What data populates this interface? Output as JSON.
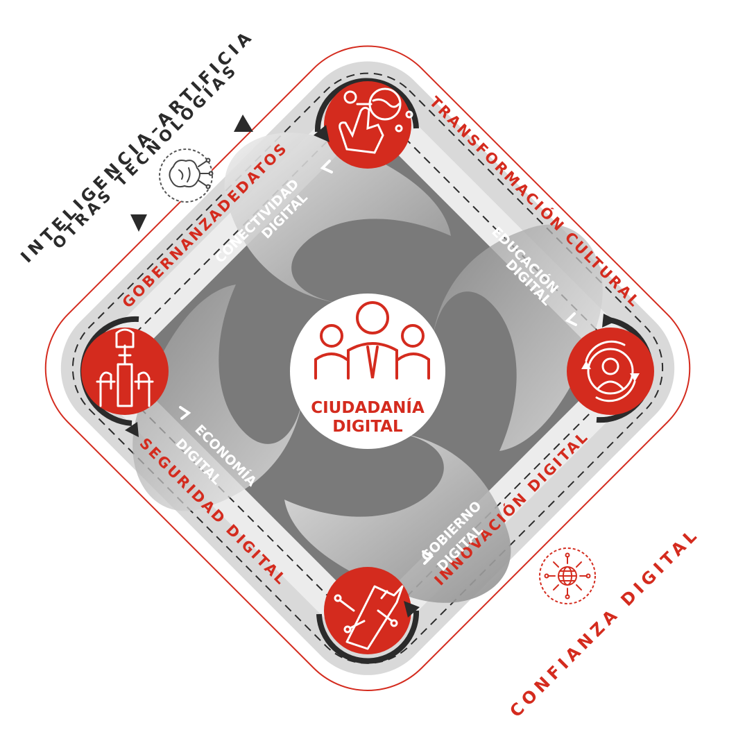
{
  "center": {
    "line1": "CIUDADANÍA",
    "line2": "DIGITAL"
  },
  "outer_labels": {
    "top_left_line1": "INTELIGENCIA–ARTIFICIAL",
    "top_left_line2": "OTRAS TECNOLOGÍAS",
    "bottom_right": "CONFIANZA DIGITAL"
  },
  "ring_labels": {
    "top_left": "GOBERNANZADEDATOS",
    "top_right": "TRANSFORMACIÓN CULTURAL",
    "bottom_right": "INNOVACIÓN DIGITAL",
    "bottom_left": "SEGURIDAD DIGITAL"
  },
  "inner_labels": {
    "conectividad_1": "CONECTIVIDAD",
    "conectividad_2": "DIGITAL",
    "educacion_1": "EDUCACIÓN",
    "educacion_2": "DIGITAL",
    "gobierno_1": "GOBIERNO",
    "gobierno_2": "DIGITAL",
    "economia_1": "ECONOMÍA",
    "economia_2": "DIGITAL"
  },
  "icons": {
    "top": "hand-touch-globe-icon",
    "right": "person-cycle-icon",
    "bottom": "circuit-key-icon",
    "left": "raised-fists-icon",
    "ai": "brain-circuit-icon",
    "trust": "globe-network-icon",
    "center": "people-group-icon"
  },
  "colors": {
    "accent": "#d42b1e",
    "dark": "#2b2b2b",
    "ring": "#d9d9d9",
    "inner": "#7a7a7a"
  }
}
